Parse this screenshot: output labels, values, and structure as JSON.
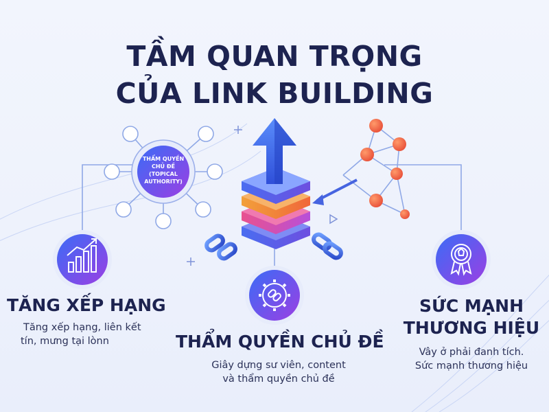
{
  "title": {
    "line1": "TẦM QUAN TRỌNG",
    "line2": "CỦA LINK BUILDING"
  },
  "hub": {
    "label_line1": "THẨM QUYỀN",
    "label_line2": "CHỦ ĐỀ",
    "label_line3": "(TOPICAL",
    "label_line4": "AUTHORITY)"
  },
  "benefits": {
    "left": {
      "icon": "bar-chart-up-icon",
      "heading": "TĂNG XẾP HẠNG",
      "text_line1": "Tăng xếp hạng, liên kết",
      "text_line2": "tín, mưng tại lònn"
    },
    "middle": {
      "icon": "gear-link-icon",
      "heading": "THẨM QUYỀN CHỦ ĐỀ",
      "text_line1": "Giây dựng sư viên, content",
      "text_line2": "và thẩm quyền chủ đề"
    },
    "right": {
      "icon": "award-ribbon-icon",
      "heading_line1": "SỨC MẠNH",
      "heading_line2": "THƯƠNG HIỆU",
      "text_line1": "Vây ở phải đanh tích.",
      "text_line2": "Sức mạnh thương hiệu"
    }
  },
  "colors": {
    "title": "#1d2350",
    "badge_gradient_start": "#3b6cf6",
    "badge_gradient_end": "#9b3fe3",
    "node_orange": "#f26a3d",
    "line_blue": "#8fa8e6"
  }
}
